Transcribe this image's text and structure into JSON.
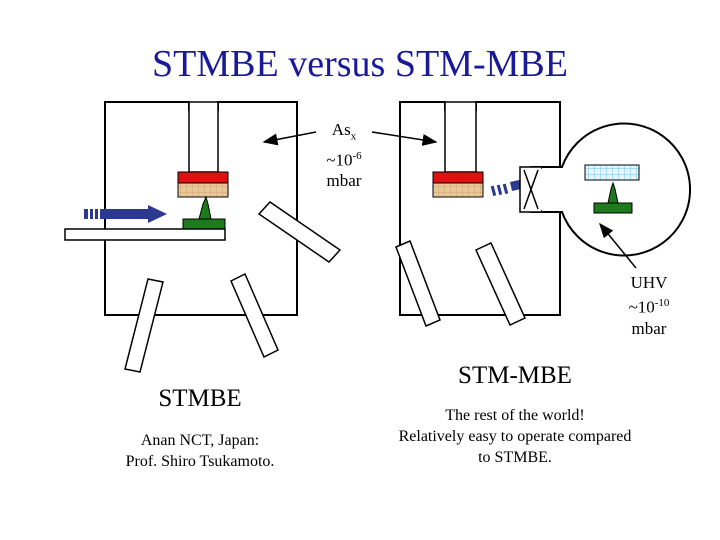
{
  "title": "STMBE versus STM-MBE",
  "labels": {
    "as_main": "As",
    "as_sub": "x",
    "as_pressure_base": "~10",
    "as_pressure_exp": "-6",
    "as_unit": "mbar",
    "uhv": "UHV",
    "uhv_pressure_base": "~10",
    "uhv_pressure_exp": "-10",
    "uhv_unit": "mbar"
  },
  "left": {
    "name": "STMBE",
    "lines": [
      "Anan NCT, Japan:",
      "Prof. Shiro Tsukamoto."
    ]
  },
  "right": {
    "name": "STM-MBE",
    "lines": [
      "The rest of the world!",
      "Relatively easy to operate compared",
      "to STMBE."
    ]
  },
  "colors": {
    "title": "#1a1a99",
    "arrow": "#2b3a8f",
    "heater": "#e01010",
    "sample": "#e8c89a",
    "stm_tip": "#1d7a1d",
    "grid": "#6fc2ea"
  }
}
